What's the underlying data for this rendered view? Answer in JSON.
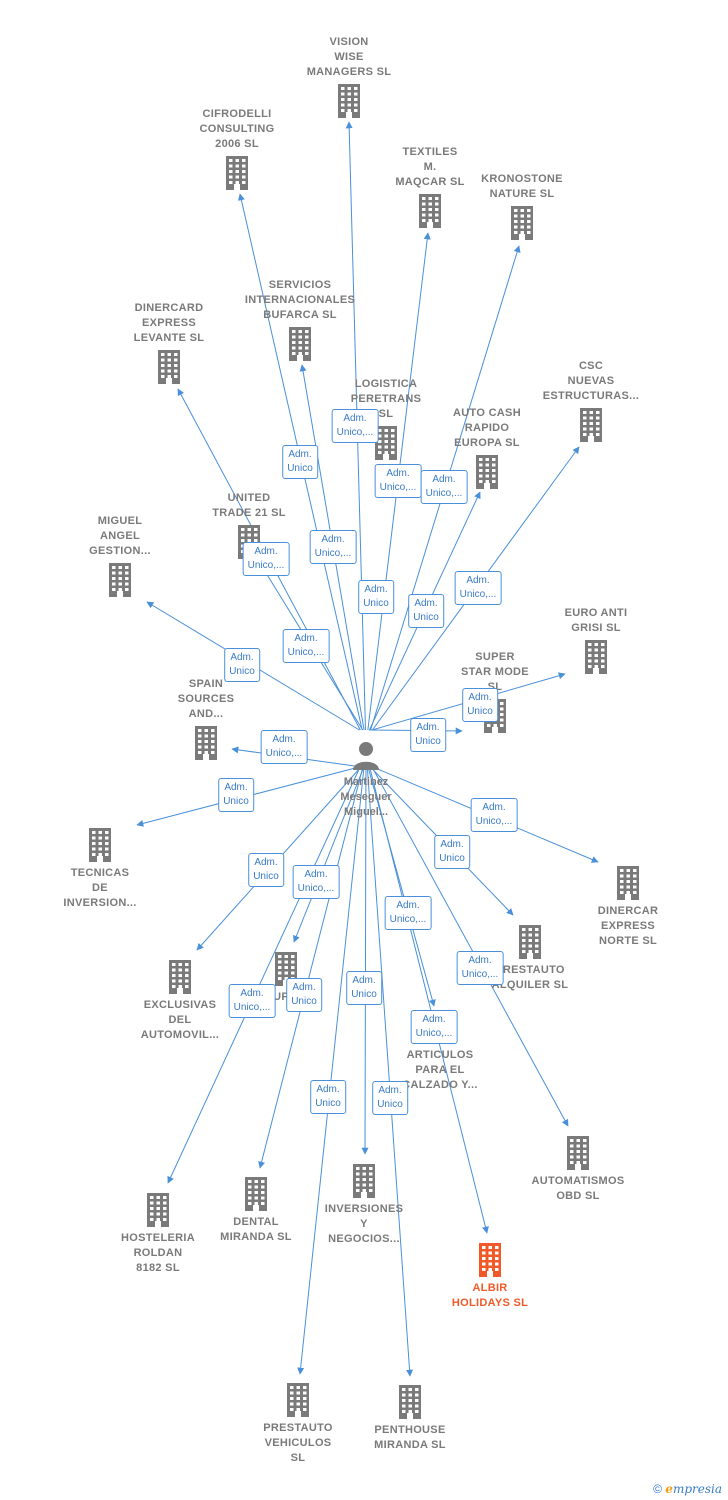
{
  "center": {
    "name_lines": [
      "Martinez",
      "Meseguer",
      "Miguel..."
    ]
  },
  "nodes": [
    {
      "id": "vision",
      "lines": [
        "VISION",
        "WISE",
        "MANAGERS  SL"
      ],
      "label_first": true
    },
    {
      "id": "cifrodelli",
      "lines": [
        "CIFRODELLI",
        "CONSULTING",
        "2006  SL"
      ],
      "label_first": true
    },
    {
      "id": "textiles",
      "lines": [
        "TEXTILES",
        "M.",
        "MAQCAR  SL"
      ],
      "label_first": true
    },
    {
      "id": "kronostone",
      "lines": [
        "KRONOSTONE",
        "NATURE  SL"
      ],
      "label_first": true
    },
    {
      "id": "servicios",
      "lines": [
        "SERVICIOS",
        "INTERNACIONALES",
        "BUFARCA  SL"
      ],
      "label_first": true
    },
    {
      "id": "dinercard_levante",
      "lines": [
        "DINERCARD",
        "EXPRESS",
        "LEVANTE SL"
      ],
      "label_first": true
    },
    {
      "id": "logistica",
      "lines": [
        "LOGISTICA",
        "PERETRANS",
        "SL"
      ],
      "label_first": true
    },
    {
      "id": "autocash",
      "lines": [
        "AUTO CASH",
        "RAPIDO",
        "EUROPA  SL"
      ],
      "label_first": true
    },
    {
      "id": "csc",
      "lines": [
        "CSC",
        "NUEVAS",
        "ESTRUCTURAS..."
      ],
      "label_first": true
    },
    {
      "id": "united",
      "lines": [
        "UNITED",
        "TRADE 21  SL"
      ],
      "label_first": true
    },
    {
      "id": "miguel_angel",
      "lines": [
        "MIGUEL",
        "ANGEL",
        "GESTION..."
      ],
      "label_first": true
    },
    {
      "id": "euroanti",
      "lines": [
        "EURO ANTI",
        "GRISI  SL"
      ],
      "label_first": true
    },
    {
      "id": "superstar",
      "lines": [
        "SUPER",
        "STAR MODE",
        "SL"
      ],
      "label_first": true
    },
    {
      "id": "spain",
      "lines": [
        "SPAIN",
        "SOURCES",
        "AND..."
      ],
      "label_first": true
    },
    {
      "id": "tecnicas",
      "lines": [
        "TECNICAS",
        "DE",
        "INVERSION..."
      ],
      "label_first": false
    },
    {
      "id": "dinercar_norte",
      "lines": [
        "DINERCAR",
        "EXPRESS",
        "NORTE  SL"
      ],
      "label_first": false
    },
    {
      "id": "prestauto_alquiler",
      "lines": [
        "PRESTAUTO",
        "ALQUILER  SL"
      ],
      "label_first": false
    },
    {
      "id": "exclusivas",
      "lines": [
        "EXCLUSIVAS",
        "DEL",
        "AUTOMOVIL..."
      ],
      "label_first": false
    },
    {
      "id": "grupo",
      "lines": [
        "GRUPO  SL"
      ],
      "label_first": false
    },
    {
      "id": "articulos",
      "lines": [
        "ARTICULOS",
        "PARA EL",
        "CALZADO Y..."
      ],
      "label_first": false
    },
    {
      "id": "automatismos",
      "lines": [
        "AUTOMATISMOS",
        "OBD  SL"
      ],
      "label_first": false
    },
    {
      "id": "hosteleria",
      "lines": [
        "HOSTELERIA",
        "ROLDAN",
        "8182  SL"
      ],
      "label_first": false
    },
    {
      "id": "dental",
      "lines": [
        "DENTAL",
        "MIRANDA  SL"
      ],
      "label_first": false
    },
    {
      "id": "inversiones",
      "lines": [
        "INVERSIONES",
        "Y",
        "NEGOCIOS..."
      ],
      "label_first": false
    },
    {
      "id": "albir",
      "lines": [
        "ALBIR",
        "HOLIDAYS  SL"
      ],
      "label_first": false,
      "highlight": true
    },
    {
      "id": "prestauto_vehiculos",
      "lines": [
        "PRESTAUTO",
        "VEHICULOS",
        "SL"
      ],
      "label_first": false
    },
    {
      "id": "penthouse",
      "lines": [
        "PENTHOUSE",
        "MIRANDA  SL"
      ],
      "label_first": false
    }
  ],
  "edge_labels": [
    {
      "lines": [
        "Adm.",
        "Unico,..."
      ]
    },
    {
      "lines": [
        "Adm.",
        "Unico"
      ]
    },
    {
      "lines": [
        "Adm.",
        "Unico,..."
      ]
    },
    {
      "lines": [
        "Adm.",
        "Unico,..."
      ]
    },
    {
      "lines": [
        "Adm.",
        "Unico,..."
      ]
    },
    {
      "lines": [
        "Adm.",
        "Unico,..."
      ]
    },
    {
      "lines": [
        "Adm.",
        "Unico,..."
      ]
    },
    {
      "lines": [
        "Adm.",
        "Unico"
      ]
    },
    {
      "lines": [
        "Adm.",
        "Unico"
      ]
    },
    {
      "lines": [
        "Adm.",
        "Unico,..."
      ]
    },
    {
      "lines": [
        "Adm.",
        "Unico"
      ]
    },
    {
      "lines": [
        "Adm.",
        "Unico,..."
      ]
    },
    {
      "lines": [
        "Adm.",
        "Unico"
      ]
    },
    {
      "lines": [
        "Adm.",
        "Unico"
      ]
    },
    {
      "lines": [
        "Adm.",
        "Unico"
      ]
    },
    {
      "lines": [
        "Adm.",
        "Unico,..."
      ]
    },
    {
      "lines": [
        "Adm.",
        "Unico"
      ]
    },
    {
      "lines": [
        "Adm.",
        "Unico"
      ]
    },
    {
      "lines": [
        "Adm.",
        "Unico,..."
      ]
    },
    {
      "lines": [
        "Adm.",
        "Unico,..."
      ]
    },
    {
      "lines": [
        "Adm.",
        "Unico,..."
      ]
    },
    {
      "lines": [
        "Adm.",
        "Unico,..."
      ]
    },
    {
      "lines": [
        "Adm.",
        "Unico"
      ]
    },
    {
      "lines": [
        "Adm.",
        "Unico"
      ]
    },
    {
      "lines": [
        "Adm.",
        "Unico,..."
      ]
    },
    {
      "lines": [
        "Adm.",
        "Unico"
      ]
    },
    {
      "lines": [
        "Adm.",
        "Unico"
      ]
    }
  ],
  "colors": {
    "edge": "#4a90d9",
    "node_icon": "#7a7a7a",
    "highlight": "#f05a28"
  },
  "footer": {
    "copyright": "©",
    "brand": "mpresia",
    "brand_initial": "e"
  }
}
